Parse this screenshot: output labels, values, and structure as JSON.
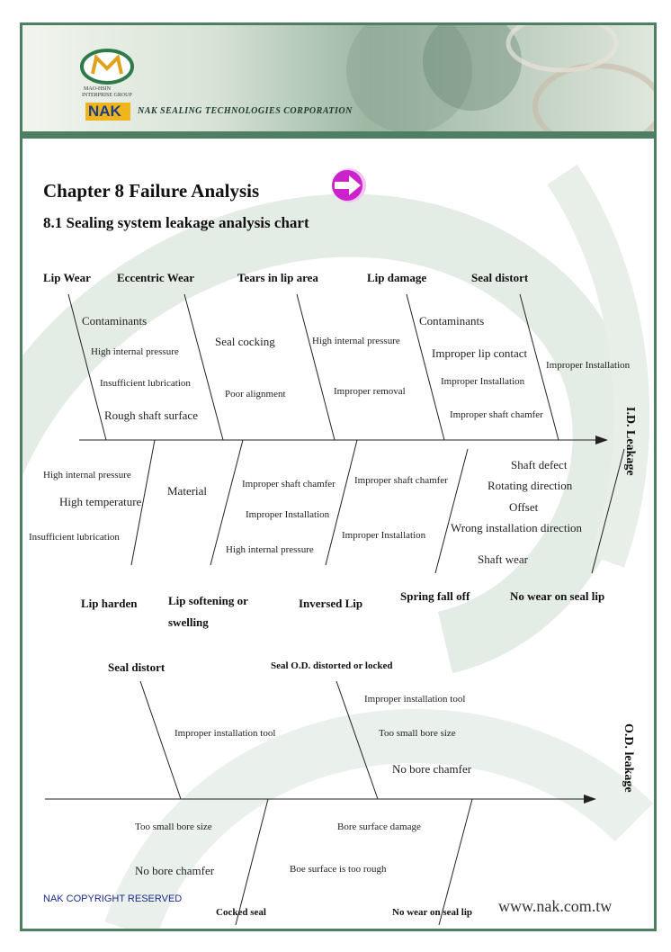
{
  "header": {
    "brand_lines": [
      "MAO-HSIN",
      "INTERPRISE GROUP"
    ],
    "logo_mark": "NAK",
    "company": "NAK SEALING TECHNOLOGIES CORPORATION"
  },
  "chapter_title": "Chapter 8 Failure Analysis",
  "section_title": "8.1 Sealing system leakage analysis chart",
  "id_diagram": {
    "effect": "I.D. Leakage",
    "top_categories": [
      "Lip Wear",
      "Eccentric Wear",
      "Tears in lip area",
      "Lip damage",
      "Seal distort"
    ],
    "top_causes": {
      "lip_wear": [
        "Contaminants",
        "High internal pressure",
        "Insufficient lubrication",
        "Rough shaft surface"
      ],
      "eccentric_wear": [
        "Seal cocking",
        "Poor alignment"
      ],
      "tears": [
        "High internal pressure",
        "Improper removal"
      ],
      "lip_damage": [
        "Contaminants",
        "Improper lip contact",
        "Improper Installation",
        "Improper shaft chamfer"
      ],
      "seal_distort": [
        "Improper Installation"
      ]
    },
    "bottom_categories": [
      "Lip harden",
      "Lip softening or",
      "swelling",
      "Inversed Lip",
      "Spring fall off",
      "No wear on seal lip"
    ],
    "bottom_causes": {
      "lip_harden": [
        "High internal pressure",
        "High temperature",
        "Insufficient lubrication"
      ],
      "lip_softening": [
        "Material"
      ],
      "inversed_lip": [
        "Improper shaft chamfer",
        "Improper Installation",
        "High internal pressure"
      ],
      "spring_fall_off": [
        "Improper shaft chamfer",
        "Improper Installation"
      ],
      "no_wear": [
        "Shaft defect",
        "Rotating direction",
        "Offset",
        "Wrong installation direction",
        "Shaft wear"
      ]
    }
  },
  "od_diagram": {
    "effect": "O.D. leakage",
    "top_categories": [
      "Seal distort",
      "Seal O.D. distorted or locked"
    ],
    "top_causes": {
      "seal_distort": [
        "Improper installation tool"
      ],
      "od_locked": [
        "Improper installation tool",
        "Too small bore size",
        "No bore chamfer"
      ]
    },
    "bottom_categories": [
      "Cocked seal",
      "No wear on seal lip"
    ],
    "bottom_causes": {
      "cocked_seal": [
        "Too small bore size",
        "No bore chamfer"
      ],
      "no_wear": [
        "Bore surface damage",
        "Boe surface is too rough"
      ]
    }
  },
  "footer": {
    "copyright": "NAK COPYRIGHT RESERVED",
    "website": "www.nak.com.tw"
  },
  "colors": {
    "border": "#4e7f63",
    "arrow_icon": "#cc22cc",
    "copyright_text": "#1a2a8a"
  }
}
